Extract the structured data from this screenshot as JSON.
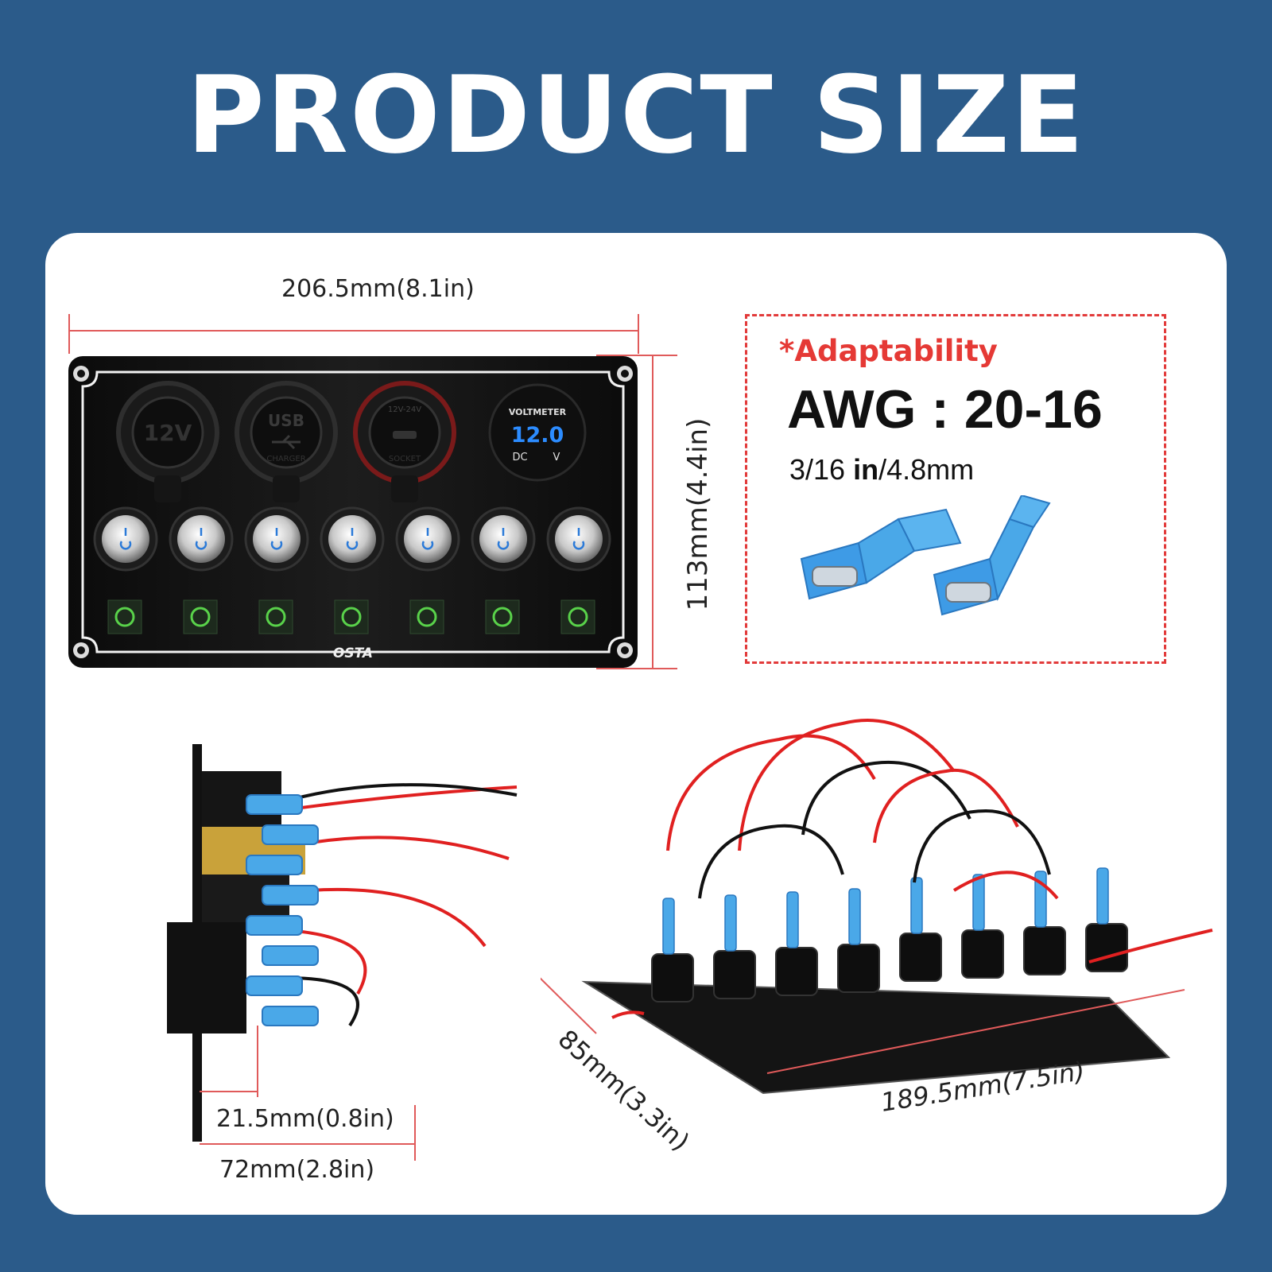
{
  "header": {
    "title": "PRODUCT SIZE"
  },
  "dimensions": {
    "width": "206.5mm(8.1in)",
    "height": "113mm(4.4in)",
    "depth_front": "21.5mm(0.8in)",
    "depth_total": "72mm(2.8in)",
    "base_depth": "85mm(3.3in)",
    "base_width": "189.5mm(7.5in)"
  },
  "adaptability": {
    "label": "*Adaptability",
    "awg": "AWG : 20-16",
    "size_prefix": "3/16 ",
    "size_bold": "in",
    "size_suffix": "/4.8mm"
  },
  "panel": {
    "sockets": [
      {
        "label": "12V",
        "icon": "cigarette-socket-icon"
      },
      {
        "label": "USB",
        "sub": "CHARGER",
        "icon": "usb-icon"
      },
      {
        "label": "12V-24V",
        "sub": "SOCKET",
        "icon": "cigarette-lighter-icon"
      }
    ],
    "voltmeter": {
      "title": "VOLTMETER",
      "reading": "12.0",
      "dc": "DC",
      "unit": "V"
    },
    "switch_count": 7,
    "labels": [
      "fog-light-icon",
      "work-light-icon",
      "defrost-icon",
      "rabbit-icon",
      "fan-icon",
      "headlight-icon",
      "defog-icon"
    ],
    "brand": "OSTA"
  },
  "colors": {
    "background": "#2b5b8a",
    "card": "#ffffff",
    "accent": "#e53935",
    "terminal_blue": "#4aa8e8",
    "label_green": "#59d24a"
  }
}
